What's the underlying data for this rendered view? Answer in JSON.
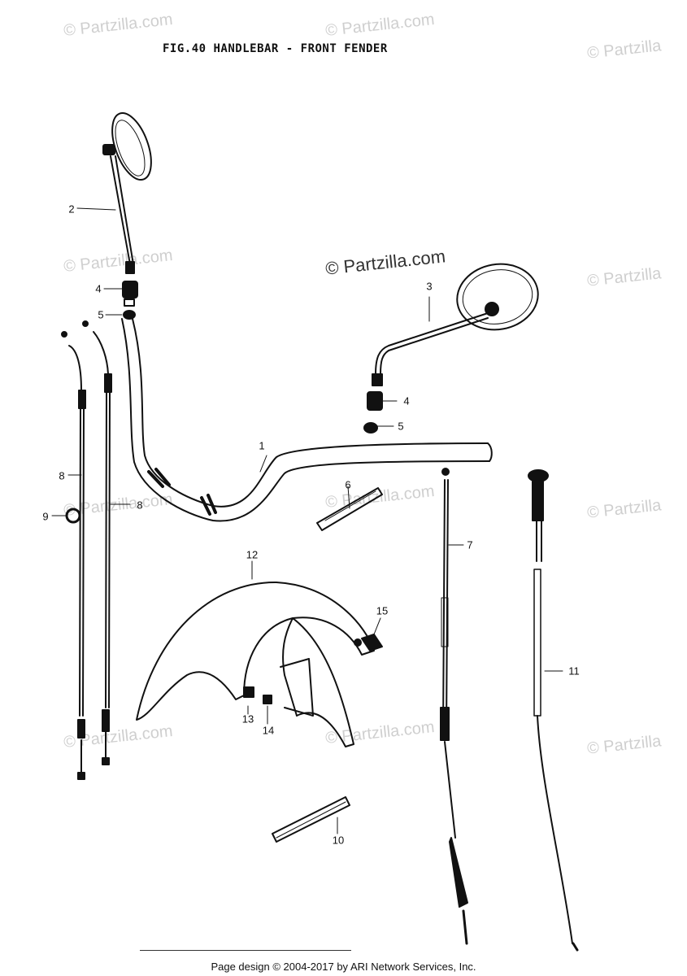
{
  "figure": {
    "title": "FIG.40  HANDLEBAR - FRONT FENDER"
  },
  "watermarks": [
    "© Partzilla.com",
    "© Partzilla"
  ],
  "callouts": [
    "1",
    "2",
    "3",
    "4",
    "4",
    "5",
    "5",
    "6",
    "7",
    "8",
    "8",
    "9",
    "10",
    "11",
    "12",
    "13",
    "14",
    "15"
  ],
  "footer": {
    "text": "Page design © 2004-2017 by ARI Network Services, Inc."
  }
}
